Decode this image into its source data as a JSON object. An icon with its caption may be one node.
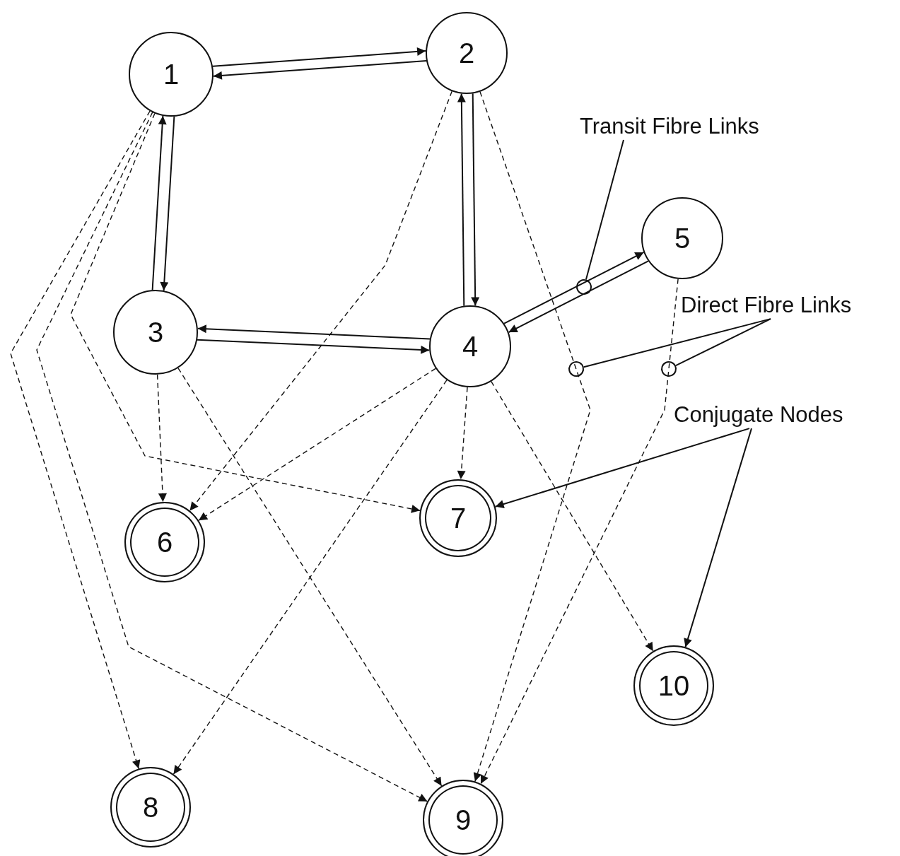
{
  "diagram": {
    "nodes": [
      {
        "text": [
          "1"
        ]
      },
      {
        "text": [
          "2"
        ]
      },
      {
        "text": [
          "3"
        ]
      },
      {
        "text": [
          "4"
        ]
      },
      {
        "text": [
          "5"
        ]
      },
      {
        "text": [
          "6"
        ]
      },
      {
        "text": [
          "7"
        ]
      },
      {
        "text": [
          "8"
        ]
      },
      {
        "text": [
          "9"
        ]
      },
      {
        "text": [
          "10"
        ]
      },
      {
        "text": [
          "Transit Fibre Links"
        ]
      },
      {
        "text": [
          "Direct Fibre Links"
        ]
      },
      {
        "text": [
          "Conjugate Nodes"
        ]
      }
    ],
    "edges": [
      {
        "from": 0,
        "to": 1,
        "arrow": "to"
      },
      {
        "from": 1,
        "to": 0,
        "arrow": "to"
      },
      {
        "from": 0,
        "to": 2,
        "arrow": "to"
      },
      {
        "from": 2,
        "to": 0,
        "arrow": "to"
      },
      {
        "from": 1,
        "to": 3,
        "arrow": "to"
      },
      {
        "from": 3,
        "to": 1,
        "arrow": "to"
      },
      {
        "from": 2,
        "to": 3,
        "arrow": "to"
      },
      {
        "from": 3,
        "to": 2,
        "arrow": "to"
      },
      {
        "from": 3,
        "to": 4,
        "arrow": "to"
      },
      {
        "from": 4,
        "to": 3,
        "arrow": "to"
      },
      {
        "from": 0,
        "to": 7,
        "arrow": "to",
        "style": "dashed"
      },
      {
        "from": 0,
        "to": 8,
        "arrow": "to",
        "style": "dashed"
      },
      {
        "from": 0,
        "to": 6,
        "arrow": "to",
        "style": "dashed"
      },
      {
        "from": 1,
        "to": 5,
        "arrow": "to",
        "style": "dashed"
      },
      {
        "from": 1,
        "to": 8,
        "arrow": "to",
        "style": "dashed"
      },
      {
        "from": 2,
        "to": 5,
        "arrow": "to",
        "style": "dashed"
      },
      {
        "from": 2,
        "to": 8,
        "arrow": "to",
        "style": "dashed"
      },
      {
        "from": 3,
        "to": 5,
        "arrow": "to",
        "style": "dashed"
      },
      {
        "from": 3,
        "to": 6,
        "arrow": "to",
        "style": "dashed"
      },
      {
        "from": 3,
        "to": 7,
        "arrow": "to",
        "style": "dashed"
      },
      {
        "from": 3,
        "to": 9,
        "arrow": "to",
        "style": "dashed"
      },
      {
        "from": 4,
        "to": 8,
        "arrow": "to",
        "style": "dashed"
      },
      {
        "from": 10,
        "to": null,
        "arrow": "other"
      },
      {
        "from": 11,
        "to": null,
        "arrow": "other"
      },
      {
        "from": 11,
        "to": null,
        "arrow": "other"
      },
      {
        "from": 12,
        "to": 6,
        "arrow": "to"
      },
      {
        "from": 12,
        "to": 9,
        "arrow": "to"
      }
    ]
  }
}
